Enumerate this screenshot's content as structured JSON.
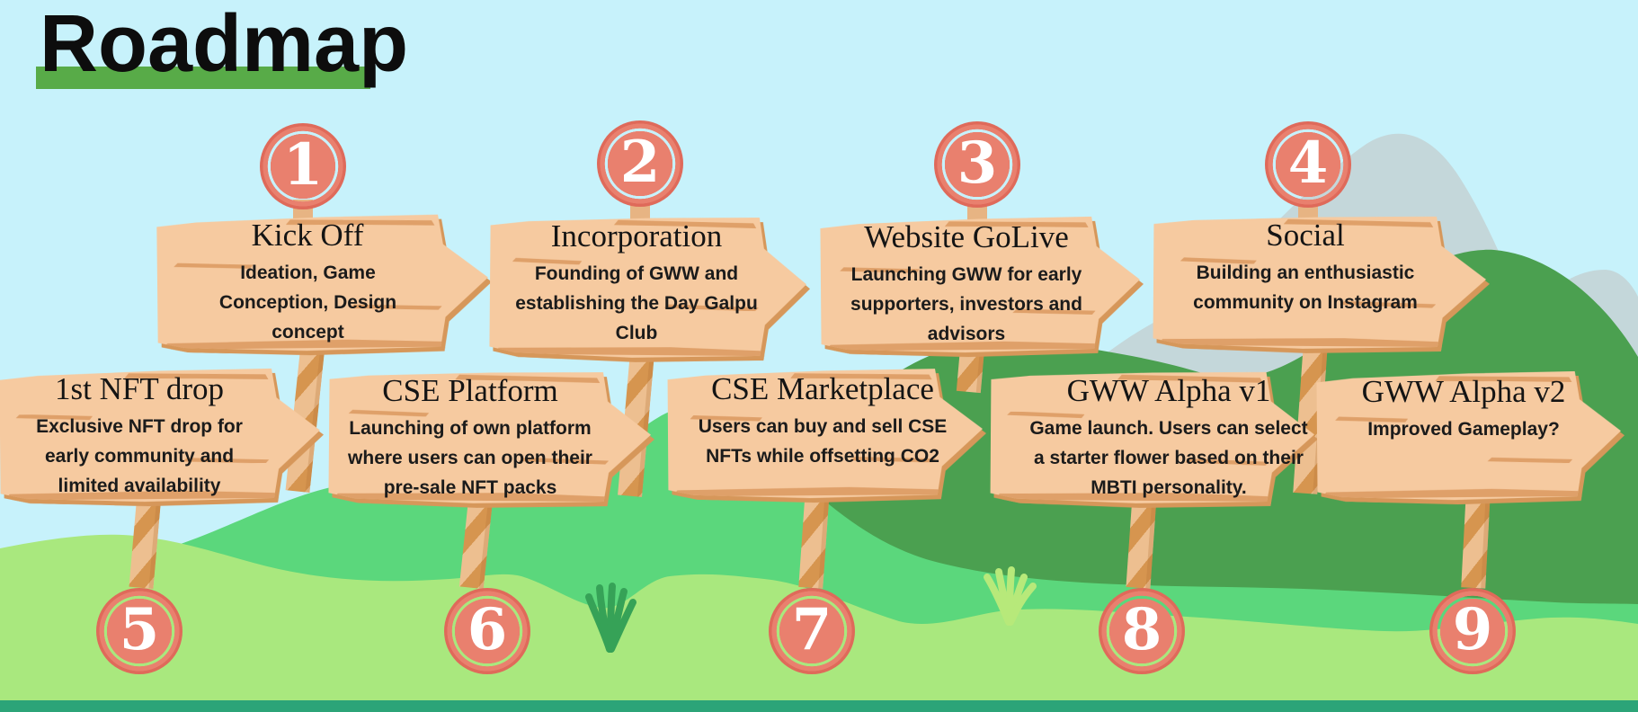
{
  "heading": {
    "title": "Roadmap"
  },
  "colors": {
    "sky": "#c7f2fb",
    "heading_underline_green": "#58ab48",
    "mountain_gray": "#c4d7da",
    "hill_dark_green": "#4ba050",
    "hill_medium_green": "#5bd77c",
    "foreground_light_green": "#a9e87e",
    "bottom_strip_teal": "#2ca478",
    "signboard_tan": "#f6caa0",
    "signboard_edge": "#d6975a",
    "pole_stripe": "#d6954f",
    "badge_salmon": "#e9806e",
    "badge_number_white": "#ffffff"
  },
  "milestones": [
    {
      "number": "1",
      "title": "Kick Off",
      "description": "Ideation, Game Conception, Design concept"
    },
    {
      "number": "2",
      "title": "Incorporation",
      "description": "Founding of GWW and establishing the Day Galpu Club"
    },
    {
      "number": "3",
      "title": "Website GoLive",
      "description": "Launching GWW for early supporters, investors and advisors"
    },
    {
      "number": "4",
      "title": "Social",
      "description": "Building an enthusiastic community on Instagram"
    },
    {
      "number": "5",
      "title": "1st NFT drop",
      "description": "Exclusive NFT drop for early community and limited availability"
    },
    {
      "number": "6",
      "title": "CSE Platform",
      "description": "Launching of own platform where users can  open their pre-sale NFT packs"
    },
    {
      "number": "7",
      "title": "CSE Marketplace",
      "description": "Users can buy and sell CSE NFTs while offsetting  CO2"
    },
    {
      "number": "8",
      "title": "GWW Alpha v1",
      "description": "Game launch. Users can select a starter flower based on their MBTI personality."
    },
    {
      "number": "9",
      "title": "GWW Alpha v2",
      "description": "Improved Gameplay?"
    }
  ]
}
